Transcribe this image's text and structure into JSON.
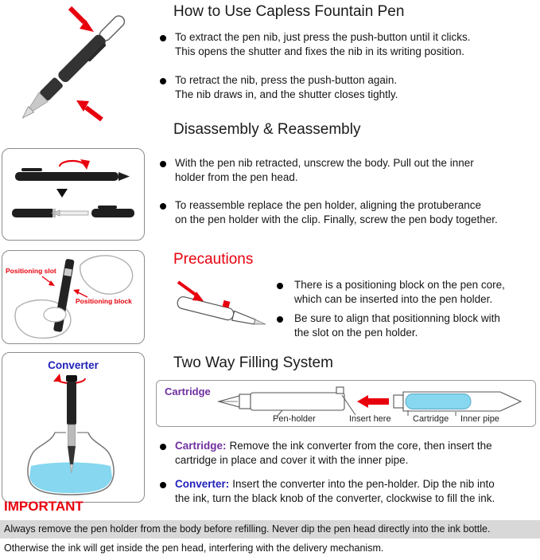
{
  "colors": {
    "red": "#e8000d",
    "purple": "#7030a0",
    "blue": "#2020bb",
    "ink_cyan": "#86d7ef",
    "gray_bar": "#d8d8d8"
  },
  "how_to": {
    "title": "How to Use Capless Fountain Pen",
    "bullets": [
      "To extract the pen nib, just press the push-button until it clicks.\nThis opens the shutter and fixes the nib in its writing position.",
      "To retract the nib, press the push-button again.\nThe nib draws in, and the shutter closes tightly."
    ]
  },
  "disassembly": {
    "title": "Disassembly & Reassembly",
    "bullets": [
      "With the pen nib retracted, unscrew the body. Pull out the inner\nholder from the pen head.",
      "To reassemble replace the pen holder, aligning the protuberance\non the pen holder with the clip. Finally, screw the pen body together."
    ]
  },
  "precautions": {
    "title": "Precautions",
    "bullets": [
      "There is a positioning block on the pen core,\nwhich can be inserted into the pen holder.",
      "Be sure to align that positionning block with\nthe slot on the pen holder."
    ]
  },
  "filling": {
    "title": "Two Way Filling System",
    "diagram": {
      "corner_label": "Cartridge",
      "labels": [
        "Pen-holder",
        "Insert here",
        "Cartridge",
        "Inner pipe"
      ]
    },
    "bullets": [
      {
        "prefix": "Cartridge:",
        "text": "Remove the ink converter from the core, then insert the\ncartridge in place and cover it with the inner pipe."
      },
      {
        "prefix": "Converter:",
        "text": "Insert the converter into the pen-holder. Dip the nib into\nthe ink, turn the black knob of the converter, clockwise to fill the ink."
      }
    ]
  },
  "left_illustrations": {
    "positioning_slot_label": "Positioning slot",
    "positioning_block_label": "Positioning block",
    "converter_label": "Converter"
  },
  "footer": {
    "important_label": "IMPORTANT",
    "line1": "Always remove the pen holder from the body before refilling. Never dip the pen head directly into the ink bottle.",
    "line2": "Otherwise the ink will get inside the pen head, interfering with the delivery mechanism."
  }
}
